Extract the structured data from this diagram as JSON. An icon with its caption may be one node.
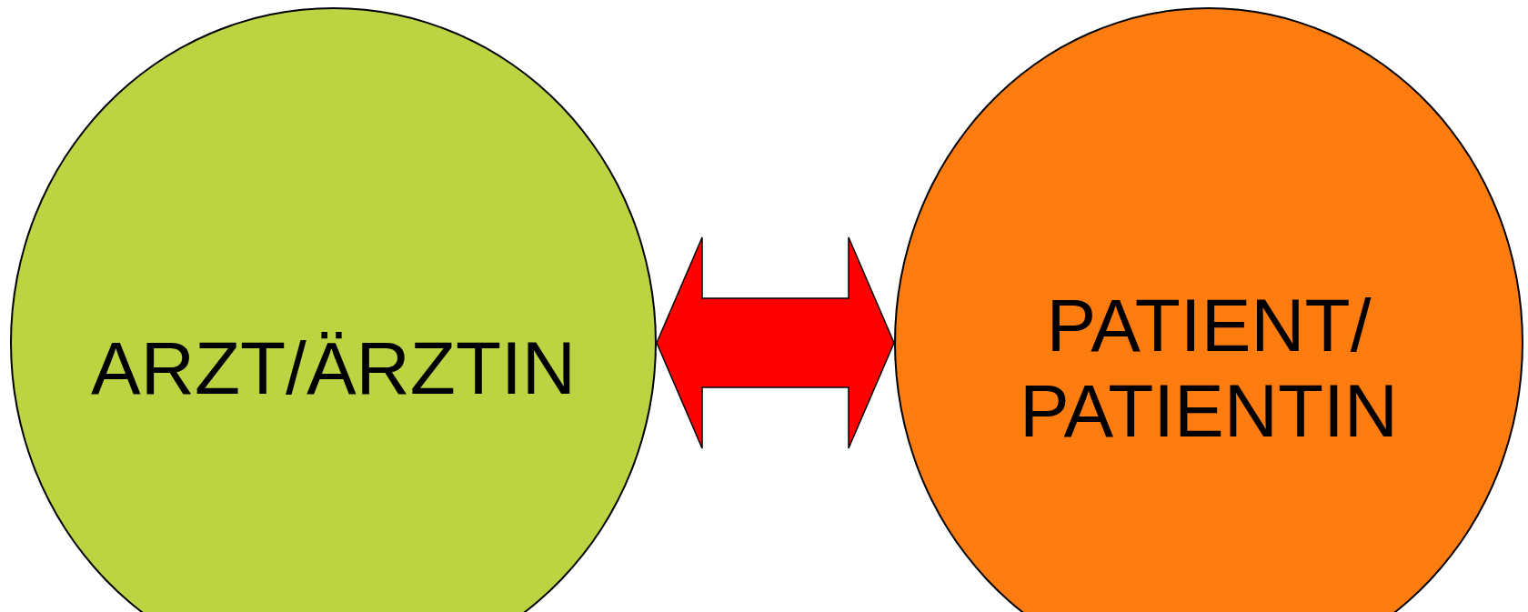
{
  "diagram": {
    "nodes": [
      {
        "text": [
          "ARZT/ÄRZTIN"
        ]
      },
      {
        "text": [
          "PATIENT/ PATIENTIN"
        ]
      }
    ],
    "edges": [
      {
        "from": 0,
        "to": 1,
        "arrow": "both",
        "color": "#ff0000",
        "style": "thick"
      }
    ]
  }
}
